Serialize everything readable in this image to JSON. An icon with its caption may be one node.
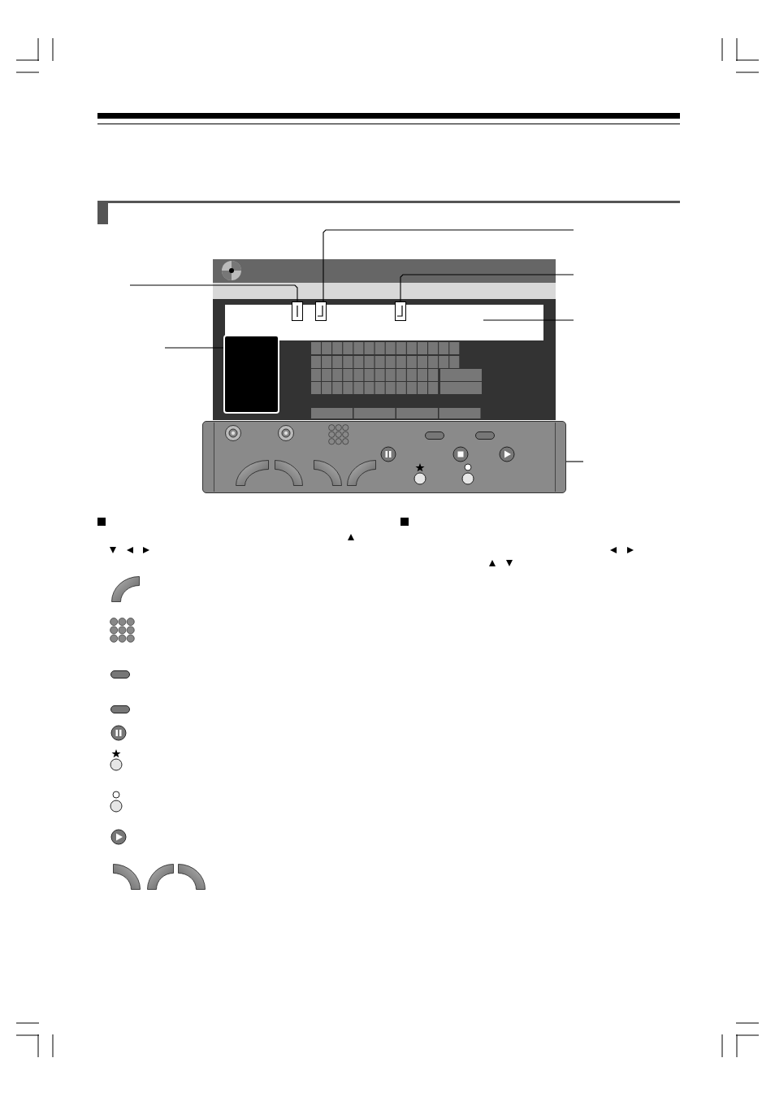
{
  "diagram": {
    "nodes": [
      {
        "text": [],
        "shape": "box"
      },
      {
        "text": [],
        "shape": "box",
        "in": 0
      },
      {
        "text": [],
        "shape": "box",
        "in": 0
      },
      {
        "text": [],
        "shape": "box",
        "in": 0
      },
      {
        "text": [],
        "shape": "box",
        "in": 0
      },
      {
        "text": [],
        "shape": "box",
        "in": 0
      },
      {
        "text": [],
        "shape": "box"
      }
    ],
    "edges": [
      {
        "from": null,
        "to": 2,
        "arrow": "none"
      },
      {
        "from": null,
        "to": 1,
        "arrow": "none"
      },
      {
        "from": null,
        "to": 3,
        "arrow": "none"
      },
      {
        "from": null,
        "to": 4,
        "arrow": "none"
      },
      {
        "from": null,
        "to": 5,
        "arrow": "none"
      },
      {
        "from": null,
        "to": 6,
        "arrow": "none"
      }
    ]
  }
}
